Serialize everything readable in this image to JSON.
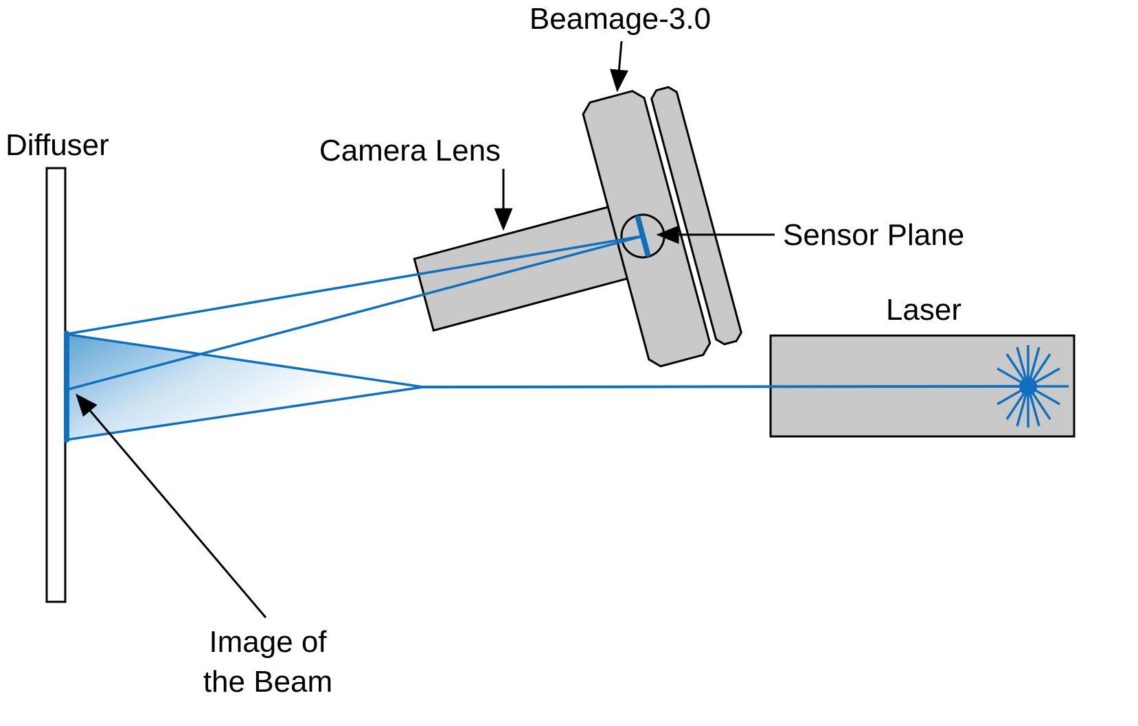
{
  "diagram": {
    "type": "optical-setup-schematic",
    "labels": {
      "diffuser": "Diffuser",
      "camera_lens": "Camera Lens",
      "beamage": "Beamage-3.0",
      "sensor_plane": "Sensor Plane",
      "laser": "Laser",
      "image_of_beam": {
        "line1": "Image of",
        "line2": "the Beam"
      }
    },
    "colors": {
      "beam_blue": "#1170bd",
      "component_fill": "#c9c9c9",
      "outline": "#000000",
      "cone_gradient_start": "#5ea4d6",
      "cone_gradient_end": "#ffffff",
      "background": "#ffffff"
    }
  }
}
